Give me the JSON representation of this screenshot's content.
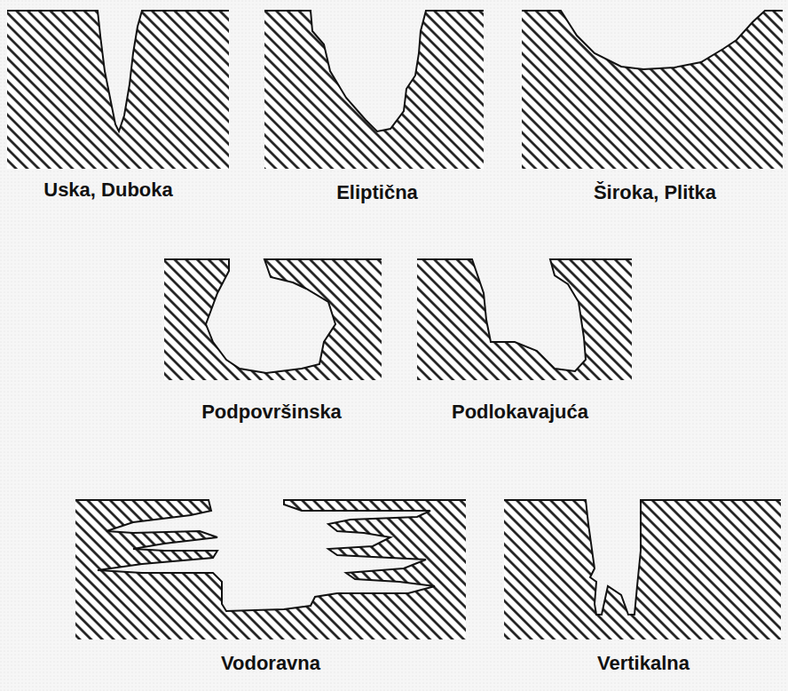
{
  "diagram": {
    "labels": [
      "Uska, Duboka",
      "Eliptična",
      "Široka, Plitka",
      "Podpovršinska",
      "Podlokavajuća",
      "Vodoravna",
      "Vertikalna"
    ]
  }
}
